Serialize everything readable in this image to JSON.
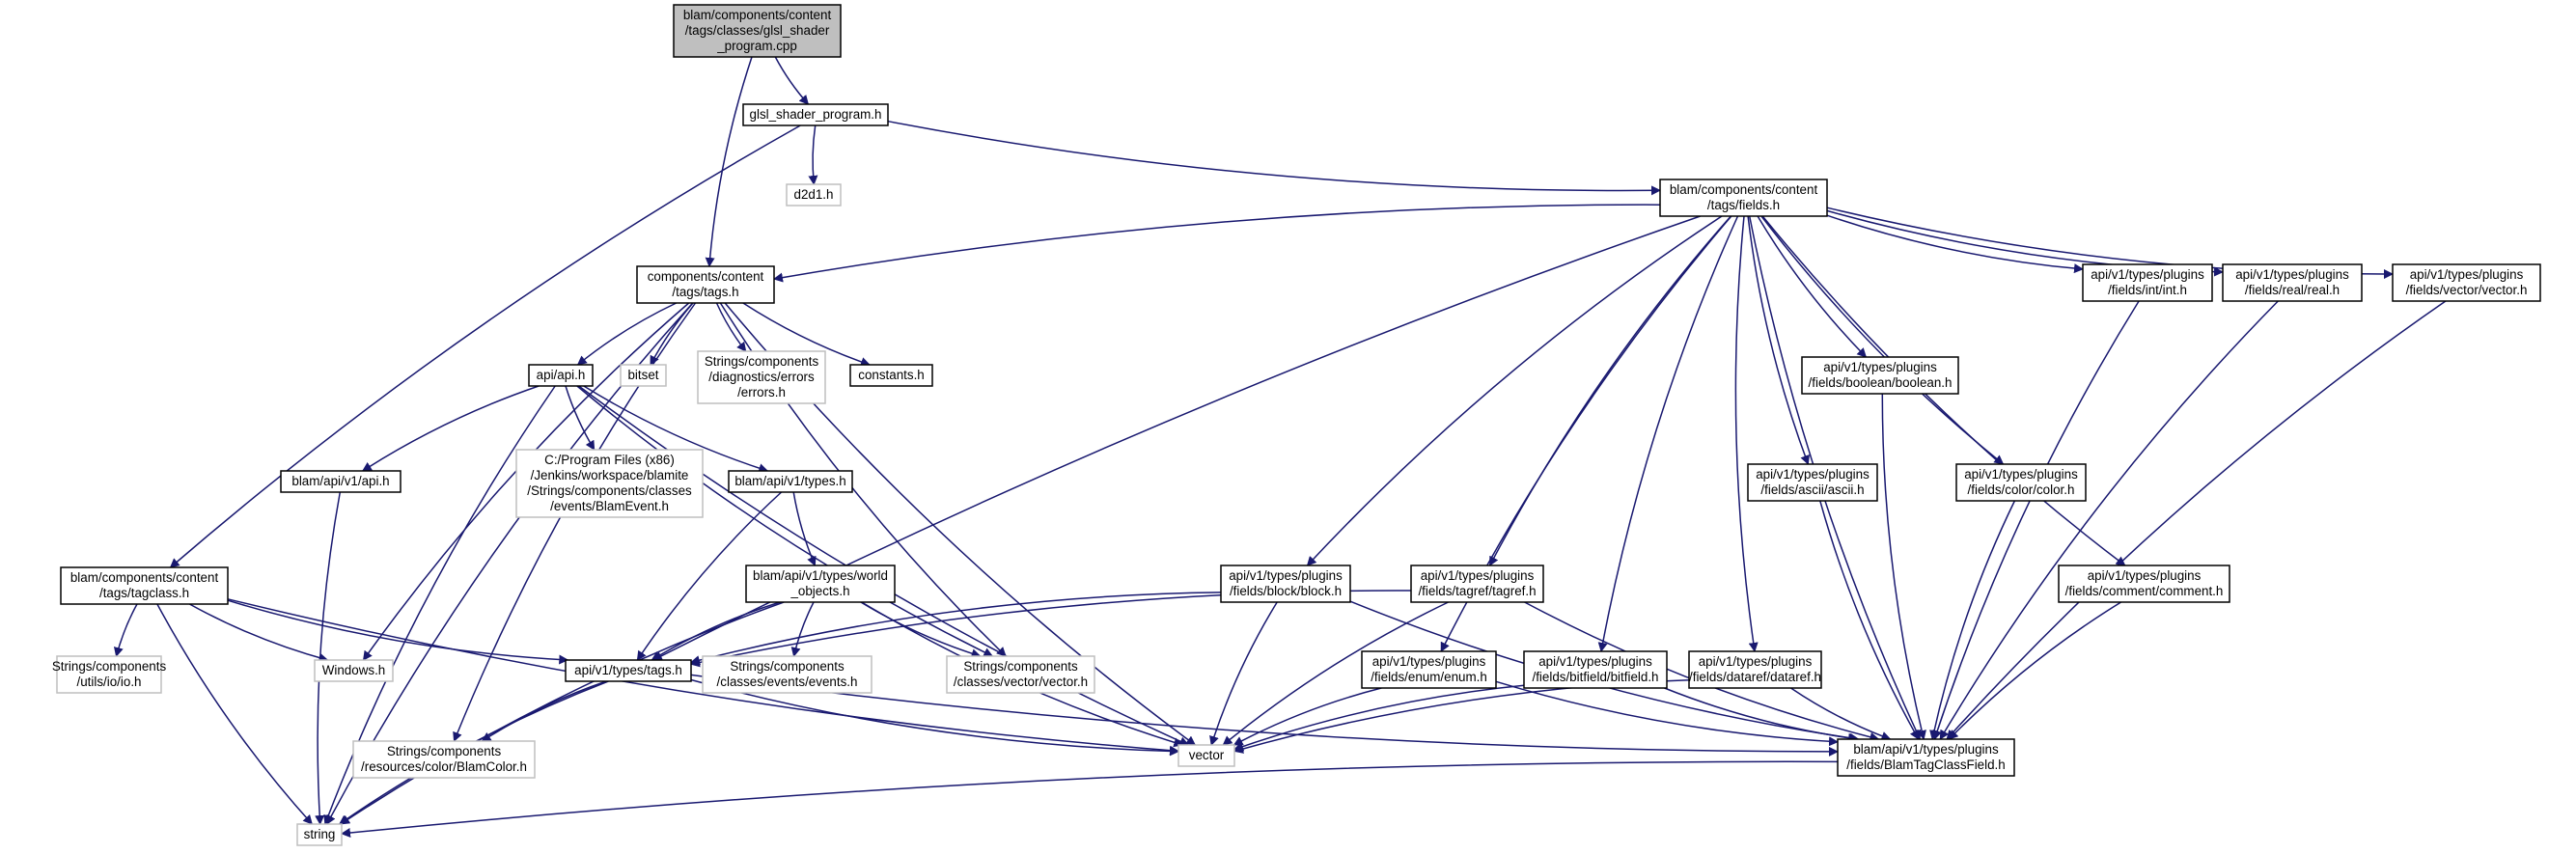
{
  "title": "",
  "colors": {
    "root_fill": "#bfbfbf",
    "node_stroke": "#000000",
    "external_stroke": "#bfbfbf",
    "edge": "#191970",
    "background": "#ffffff"
  },
  "nodes": [
    {
      "id": "n0",
      "name": "node-glsl-shader-program-cpp",
      "kind": "root",
      "lines": [
        "blam/components/content",
        "/tags/classes/glsl_shader",
        "_program.cpp"
      ]
    },
    {
      "id": "n1",
      "name": "node-glsl-shader-program-h",
      "kind": "normal",
      "lines": [
        "glsl_shader_program.h"
      ]
    },
    {
      "id": "n2",
      "name": "node-d2d1-h",
      "kind": "external",
      "lines": [
        "d2d1.h"
      ]
    },
    {
      "id": "n3",
      "name": "node-blam-tags-fields-h",
      "kind": "normal",
      "lines": [
        "blam/components/content",
        "/tags/fields.h"
      ]
    },
    {
      "id": "n4",
      "name": "node-components-tags-h",
      "kind": "normal",
      "lines": [
        "components/content",
        "/tags/tags.h"
      ]
    },
    {
      "id": "n5",
      "name": "node-api-api-h",
      "kind": "normal",
      "lines": [
        "api/api.h"
      ]
    },
    {
      "id": "n6",
      "name": "node-bitset",
      "kind": "external",
      "lines": [
        "bitset"
      ]
    },
    {
      "id": "n7",
      "name": "node-errors-h",
      "kind": "external",
      "lines": [
        "Strings/components",
        "/diagnostics/errors",
        "/errors.h"
      ]
    },
    {
      "id": "n8",
      "name": "node-constants-h",
      "kind": "normal",
      "lines": [
        "constants.h"
      ]
    },
    {
      "id": "n9",
      "name": "node-blamevent-h",
      "kind": "external",
      "lines": [
        "C:/Program Files (x86)",
        "/Jenkins/workspace/blamite",
        "/Strings/components/classes",
        "/events/BlamEvent.h"
      ]
    },
    {
      "id": "n10",
      "name": "node-blam-api-v1-api-h",
      "kind": "normal",
      "lines": [
        "blam/api/v1/api.h"
      ]
    },
    {
      "id": "n11",
      "name": "node-blam-api-v1-types-h",
      "kind": "normal",
      "lines": [
        "blam/api/v1/types.h"
      ]
    },
    {
      "id": "n12",
      "name": "node-blam-api-v1-world-objects-h",
      "kind": "normal",
      "lines": [
        "blam/api/v1/types/world",
        "_objects.h"
      ]
    },
    {
      "id": "n13",
      "name": "node-tagclass-h",
      "kind": "normal",
      "lines": [
        "blam/components/content",
        "/tags/tagclass.h"
      ]
    },
    {
      "id": "n14",
      "name": "node-io-h",
      "kind": "external",
      "lines": [
        "Strings/components",
        "/utils/io/io.h"
      ]
    },
    {
      "id": "n15",
      "name": "node-windows-h",
      "kind": "external",
      "lines": [
        "Windows.h"
      ]
    },
    {
      "id": "n16",
      "name": "node-api-v1-types-tags-h",
      "kind": "normal",
      "lines": [
        "api/v1/types/tags.h"
      ]
    },
    {
      "id": "n17",
      "name": "node-events-h",
      "kind": "external",
      "lines": [
        "Strings/components",
        "/classes/events/events.h"
      ]
    },
    {
      "id": "n18",
      "name": "node-vector-vector-h",
      "kind": "external",
      "lines": [
        "Strings/components",
        "/classes/vector/vector.h"
      ]
    },
    {
      "id": "n19",
      "name": "node-blamcolor-h",
      "kind": "external",
      "lines": [
        "Strings/components",
        "/resources/color/BlamColor.h"
      ]
    },
    {
      "id": "n20",
      "name": "node-vector",
      "kind": "external",
      "lines": [
        "vector"
      ]
    },
    {
      "id": "n21",
      "name": "node-string",
      "kind": "external",
      "lines": [
        "string"
      ]
    },
    {
      "id": "n22",
      "name": "node-block-h",
      "kind": "normal",
      "lines": [
        "api/v1/types/plugins",
        "/fields/block/block.h"
      ]
    },
    {
      "id": "n23",
      "name": "node-tagref-h",
      "kind": "normal",
      "lines": [
        "api/v1/types/plugins",
        "/fields/tagref/tagref.h"
      ]
    },
    {
      "id": "n24",
      "name": "node-enum-h",
      "kind": "normal",
      "lines": [
        "api/v1/types/plugins",
        "/fields/enum/enum.h"
      ]
    },
    {
      "id": "n25",
      "name": "node-bitfield-h",
      "kind": "normal",
      "lines": [
        "api/v1/types/plugins",
        "/fields/bitfield/bitfield.h"
      ]
    },
    {
      "id": "n26",
      "name": "node-dataref-h",
      "kind": "normal",
      "lines": [
        "api/v1/types/plugins",
        "/fields/dataref/dataref.h"
      ]
    },
    {
      "id": "n27",
      "name": "node-ascii-h",
      "kind": "normal",
      "lines": [
        "api/v1/types/plugins",
        "/fields/ascii/ascii.h"
      ]
    },
    {
      "id": "n28",
      "name": "node-boolean-h",
      "kind": "normal",
      "lines": [
        "api/v1/types/plugins",
        "/fields/boolean/boolean.h"
      ]
    },
    {
      "id": "n29",
      "name": "node-color-h",
      "kind": "normal",
      "lines": [
        "api/v1/types/plugins",
        "/fields/color/color.h"
      ]
    },
    {
      "id": "n30",
      "name": "node-comment-h",
      "kind": "normal",
      "lines": [
        "api/v1/types/plugins",
        "/fields/comment/comment.h"
      ]
    },
    {
      "id": "n31",
      "name": "node-int-h",
      "kind": "normal",
      "lines": [
        "api/v1/types/plugins",
        "/fields/int/int.h"
      ]
    },
    {
      "id": "n32",
      "name": "node-real-h",
      "kind": "normal",
      "lines": [
        "api/v1/types/plugins",
        "/fields/real/real.h"
      ]
    },
    {
      "id": "n33",
      "name": "node-vector-plugin-h",
      "kind": "normal",
      "lines": [
        "api/v1/types/plugins",
        "/fields/vector/vector.h"
      ]
    },
    {
      "id": "n34",
      "name": "node-blamtagclassfield-h",
      "kind": "normal",
      "lines": [
        "blam/api/v1/types/plugins",
        "/fields/BlamTagClassField.h"
      ]
    }
  ],
  "edges": [
    [
      "n0",
      "n1"
    ],
    [
      "n0",
      "n4"
    ],
    [
      "n1",
      "n2"
    ],
    [
      "n1",
      "n3"
    ],
    [
      "n1",
      "n13"
    ],
    [
      "n3",
      "n4"
    ],
    [
      "n3",
      "n16"
    ],
    [
      "n3",
      "n22"
    ],
    [
      "n3",
      "n23"
    ],
    [
      "n3",
      "n24"
    ],
    [
      "n3",
      "n25"
    ],
    [
      "n3",
      "n26"
    ],
    [
      "n3",
      "n27"
    ],
    [
      "n3",
      "n28"
    ],
    [
      "n3",
      "n29"
    ],
    [
      "n3",
      "n30"
    ],
    [
      "n3",
      "n31"
    ],
    [
      "n3",
      "n32"
    ],
    [
      "n3",
      "n33"
    ],
    [
      "n3",
      "n34"
    ],
    [
      "n4",
      "n5"
    ],
    [
      "n4",
      "n6"
    ],
    [
      "n4",
      "n7"
    ],
    [
      "n4",
      "n8"
    ],
    [
      "n4",
      "n15"
    ],
    [
      "n4",
      "n18"
    ],
    [
      "n4",
      "n19"
    ],
    [
      "n4",
      "n20"
    ],
    [
      "n4",
      "n21"
    ],
    [
      "n5",
      "n9"
    ],
    [
      "n5",
      "n10"
    ],
    [
      "n5",
      "n11"
    ],
    [
      "n5",
      "n18"
    ],
    [
      "n5",
      "n20"
    ],
    [
      "n5",
      "n21"
    ],
    [
      "n10",
      "n21"
    ],
    [
      "n11",
      "n12"
    ],
    [
      "n11",
      "n16"
    ],
    [
      "n12",
      "n16"
    ],
    [
      "n12",
      "n17"
    ],
    [
      "n12",
      "n18"
    ],
    [
      "n12",
      "n20"
    ],
    [
      "n12",
      "n21"
    ],
    [
      "n13",
      "n14"
    ],
    [
      "n13",
      "n15"
    ],
    [
      "n13",
      "n16"
    ],
    [
      "n13",
      "n20"
    ],
    [
      "n13",
      "n21"
    ],
    [
      "n16",
      "n19"
    ],
    [
      "n16",
      "n20"
    ],
    [
      "n16",
      "n21"
    ],
    [
      "n16",
      "n34"
    ],
    [
      "n22",
      "n16"
    ],
    [
      "n22",
      "n20"
    ],
    [
      "n22",
      "n34"
    ],
    [
      "n23",
      "n16"
    ],
    [
      "n23",
      "n20"
    ],
    [
      "n23",
      "n34"
    ],
    [
      "n24",
      "n20"
    ],
    [
      "n24",
      "n34"
    ],
    [
      "n25",
      "n20"
    ],
    [
      "n25",
      "n34"
    ],
    [
      "n26",
      "n20"
    ],
    [
      "n26",
      "n34"
    ],
    [
      "n27",
      "n34"
    ],
    [
      "n28",
      "n34"
    ],
    [
      "n29",
      "n34"
    ],
    [
      "n30",
      "n34"
    ],
    [
      "n31",
      "n34"
    ],
    [
      "n32",
      "n34"
    ],
    [
      "n33",
      "n34"
    ],
    [
      "n34",
      "n21"
    ]
  ]
}
